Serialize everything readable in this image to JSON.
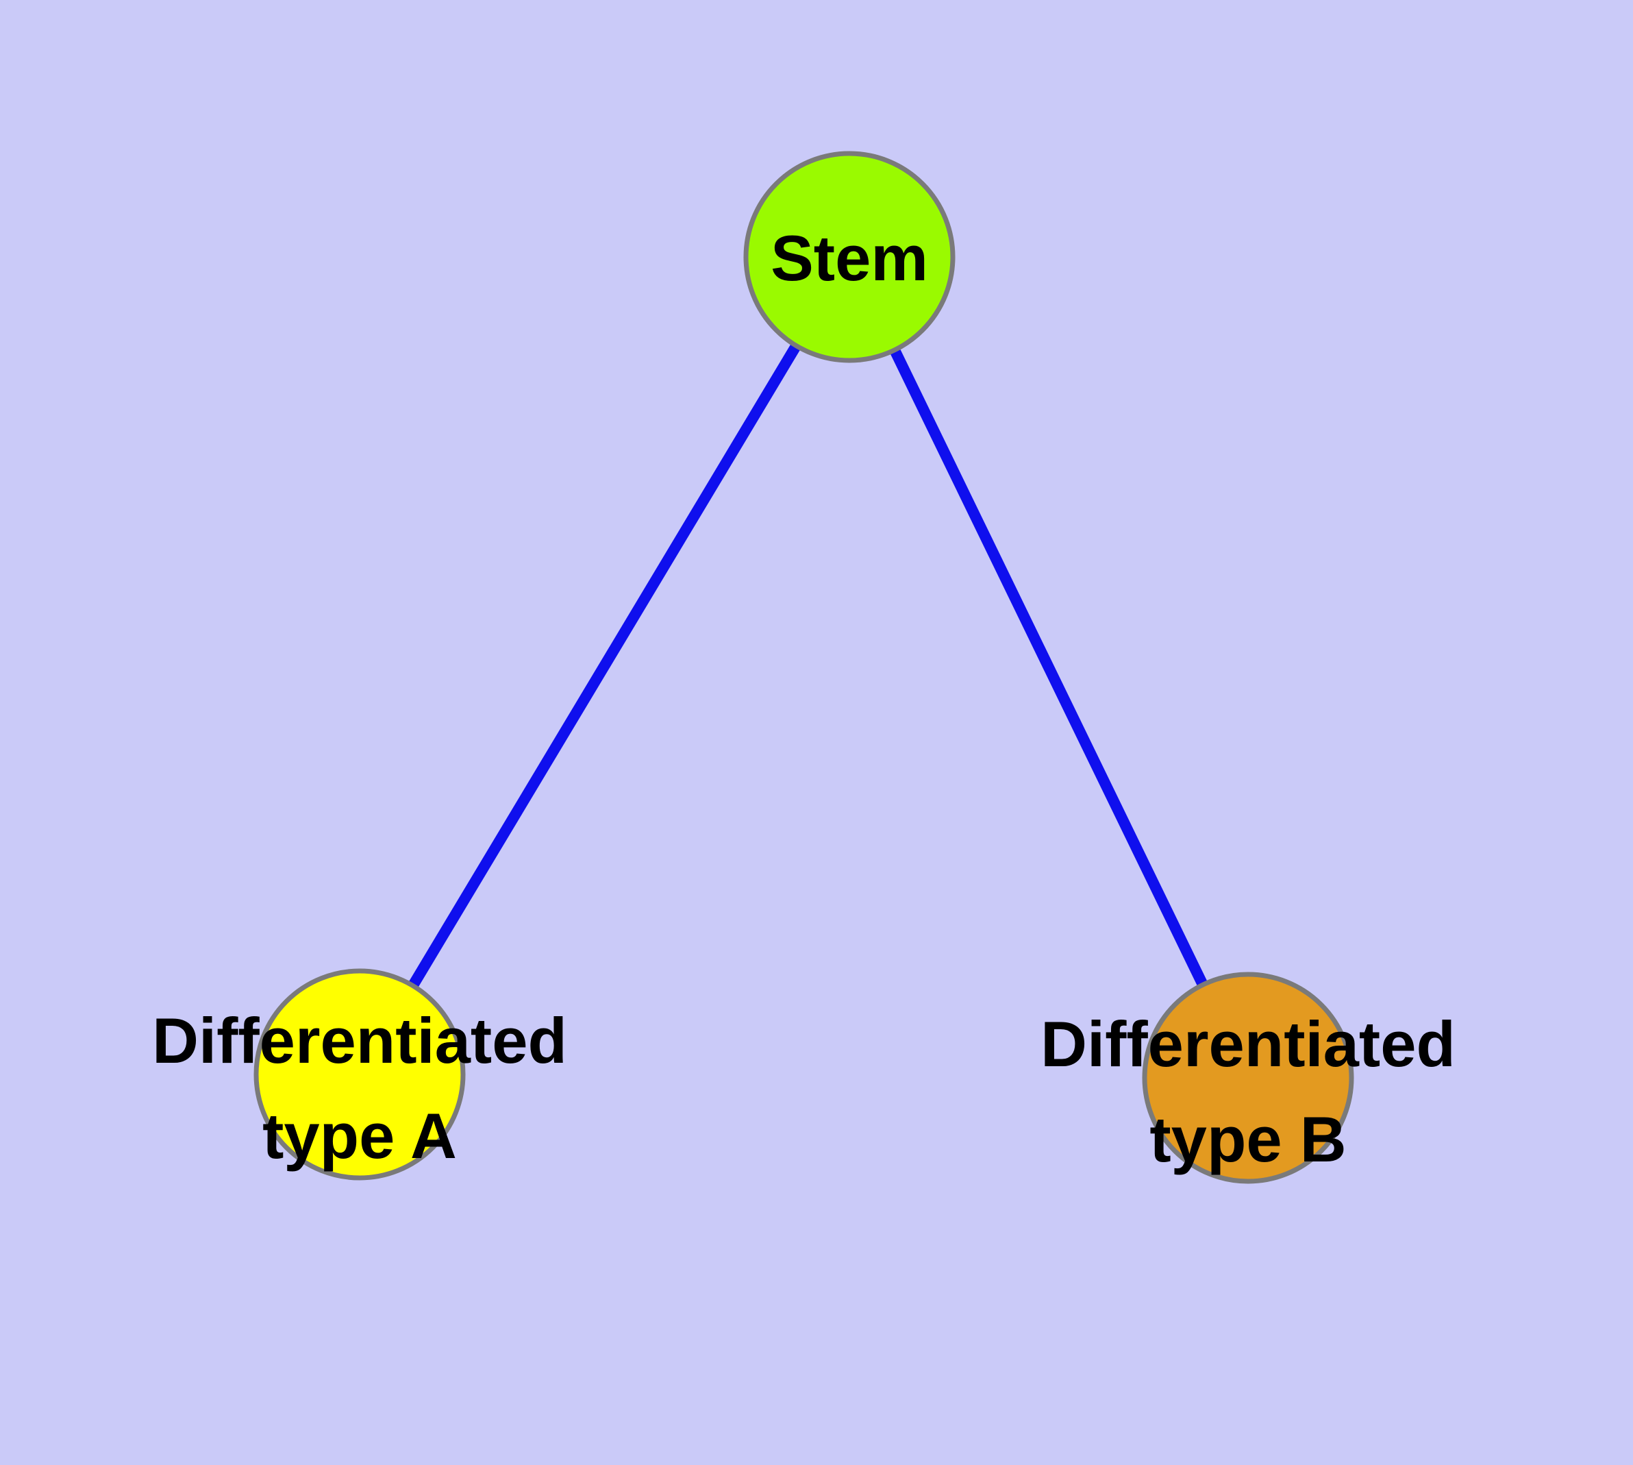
{
  "background": "#cacaf8",
  "edge_color": "#0f0fee",
  "node_border_color": "#7a7a7a",
  "label_color": "#000000",
  "nodes": [
    {
      "id": "stem",
      "label": "Stem",
      "lines": [
        "Stem"
      ],
      "color": "#9afa00"
    },
    {
      "id": "type-a",
      "label": "Differentiated type A",
      "lines": [
        "Differentiated",
        "type A"
      ],
      "color": "#ffff00"
    },
    {
      "id": "type-b",
      "label": "Differentiated type B",
      "lines": [
        "Differentiated",
        "type B"
      ],
      "color": "#e39a20"
    }
  ],
  "edges": [
    {
      "from": "stem",
      "to": "type-a"
    },
    {
      "from": "stem",
      "to": "type-b"
    }
  ]
}
